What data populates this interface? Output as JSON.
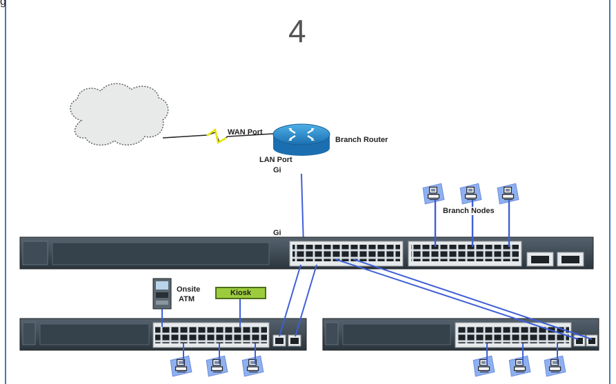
{
  "corner_text": "g",
  "title": "4",
  "labels": {
    "wan_port": "WAN Port",
    "branch_router": "Branch  Router",
    "lan_port": "LAN Port",
    "gi_router": "Gi",
    "gi_switch": "Gi",
    "branch_nodes": "Branch  Nodes",
    "onsite_atm_1": "Onsite",
    "onsite_atm_2": "ATM",
    "kiosk": "Kiosk"
  },
  "colors": {
    "frame": "#3a78c0",
    "link_blue": "#3d5fd6",
    "wan_link": "#e6e600",
    "kiosk_fill": "#9ccc3c",
    "router": "#2a8fd0",
    "switch_body": "#3b4a55"
  },
  "icons": {
    "cloud": "cloud-icon",
    "router": "router-icon",
    "switch": "switch-icon",
    "atm": "atm-icon",
    "node": "computer-node-icon"
  }
}
